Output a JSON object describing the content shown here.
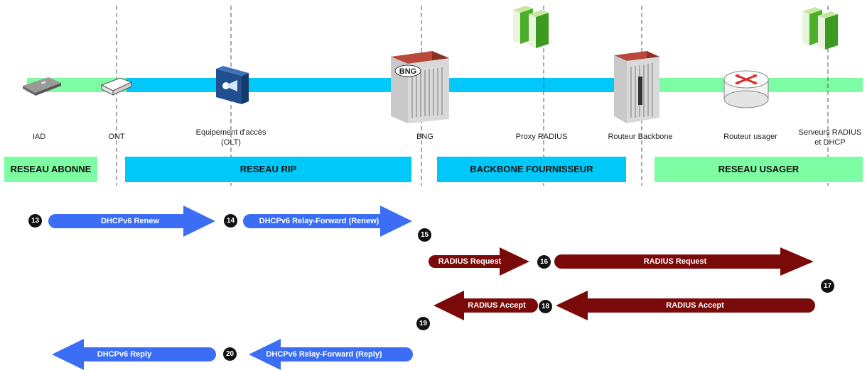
{
  "nodes": {
    "iad": "IAD",
    "ont": "ONT",
    "olt": [
      "Equipement d'accès",
      "(OLT)"
    ],
    "bng": "BNG",
    "bng_device": "BNG",
    "proxy": "Proxy RADIUS",
    "backbone": "Routeur Backbone",
    "usager": "Routeur usager",
    "servers": [
      "Serveurs RADIUS",
      "et DHCP"
    ]
  },
  "bands": {
    "abonne": "RESEAU ABONNE",
    "rip": "RESEAU RIP",
    "fournisseur": "BACKBONE FOURNISSEUR",
    "usager": "RESEAU USAGER"
  },
  "colors": {
    "green": "#7dfca3",
    "cyan": "#00c8f8",
    "blue_arrow": "#3b6ef5",
    "red_arrow": "#7a0a0a"
  },
  "steps": {
    "s13": "13",
    "s14": "14",
    "s15": "15",
    "s16": "16",
    "s17": "17",
    "s18": "18",
    "s19": "19",
    "s20": "20"
  },
  "arrows": {
    "a13": "DHCPv6 Renew",
    "a14": "DHCPv6 Relay-Forward (Renew)",
    "a15": "RADIUS Request",
    "a16": "RADIUS Request",
    "a18a": "RADIUS Accept",
    "a18b": "RADIUS Accept",
    "a20a": "DHCPv6 Reply",
    "a20b": "DHCPv6 Relay-Forward (Reply)"
  }
}
